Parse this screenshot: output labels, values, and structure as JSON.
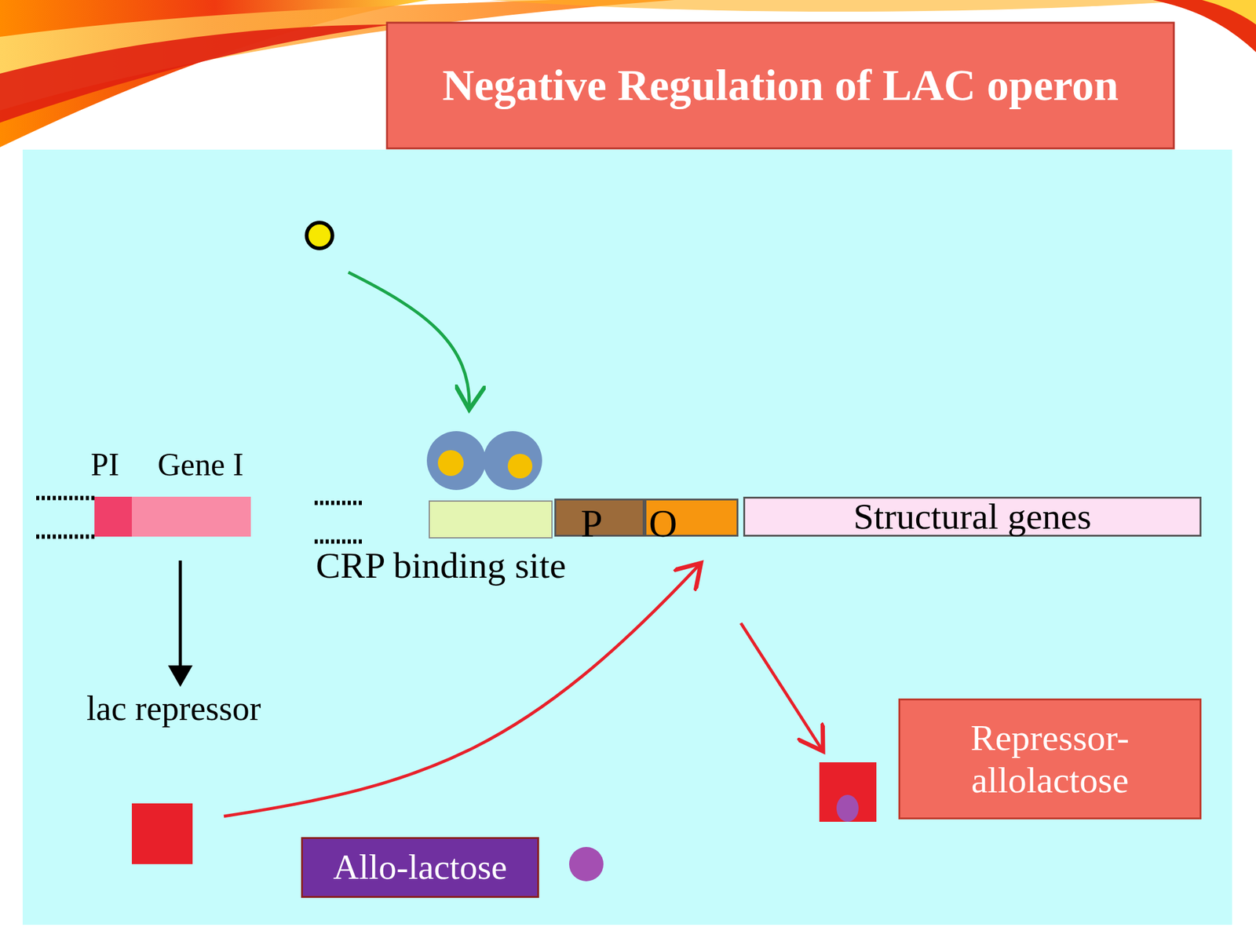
{
  "diagram": {
    "title": "Negative Regulation of LAC operon",
    "nodes": [
      {
        "text": [
          "PI"
        ]
      },
      {
        "text": [
          "Gene I"
        ]
      },
      {
        "text": [
          "CRP binding site"
        ]
      },
      {
        "text": [
          "P"
        ]
      },
      {
        "text": [
          "O"
        ]
      },
      {
        "text": [
          "Structural genes"
        ]
      },
      {
        "text": [
          "Repressor-allolactose"
        ]
      },
      {
        "text": [
          "Allo-lactose"
        ]
      }
    ],
    "labels": [
      "lac repressor"
    ]
  }
}
